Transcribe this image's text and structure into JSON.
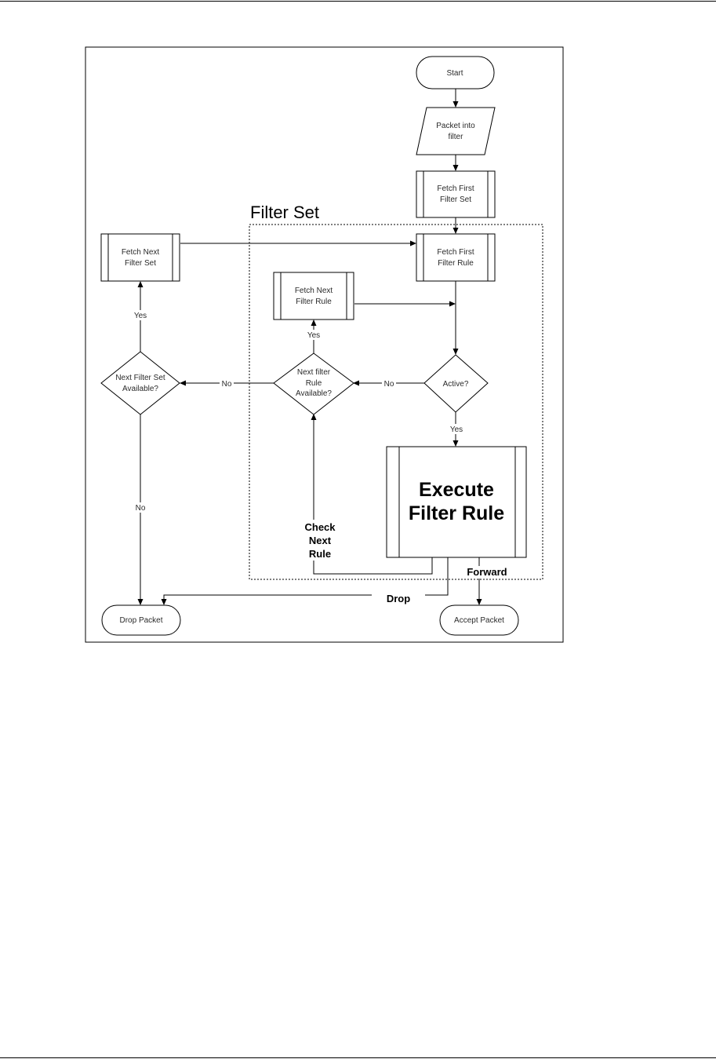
{
  "diagram": {
    "group_title": "Filter Set",
    "nodes": {
      "start": "Start",
      "packet_into_filter": [
        "Packet into",
        "filter"
      ],
      "fetch_first_filter_set": [
        "Fetch First",
        "Filter Set"
      ],
      "fetch_first_filter_rule": [
        "Fetch First",
        "Filter Rule"
      ],
      "fetch_next_filter_set": [
        "Fetch Next",
        "Filter Set"
      ],
      "fetch_next_filter_rule": [
        "Fetch Next",
        "Filter Rule"
      ],
      "active": "Active?",
      "next_filter_rule_available": [
        "Next filter",
        "Rule",
        "Available?"
      ],
      "next_filter_set_available": [
        "Next Filter Set",
        "Available?"
      ],
      "execute_filter_rule": [
        "Execute",
        "Filter Rule"
      ],
      "drop_packet": "Drop Packet",
      "accept_packet": "Accept Packet"
    },
    "edge_labels": {
      "active_no": "No",
      "active_yes": "Yes",
      "rule_available_no": "No",
      "rule_available_yes": "Yes",
      "set_available_yes": "Yes",
      "set_available_no": "No",
      "check_next_rule": [
        "Check",
        "Next",
        "Rule"
      ],
      "drop": "Drop",
      "forward": "Forward"
    }
  }
}
